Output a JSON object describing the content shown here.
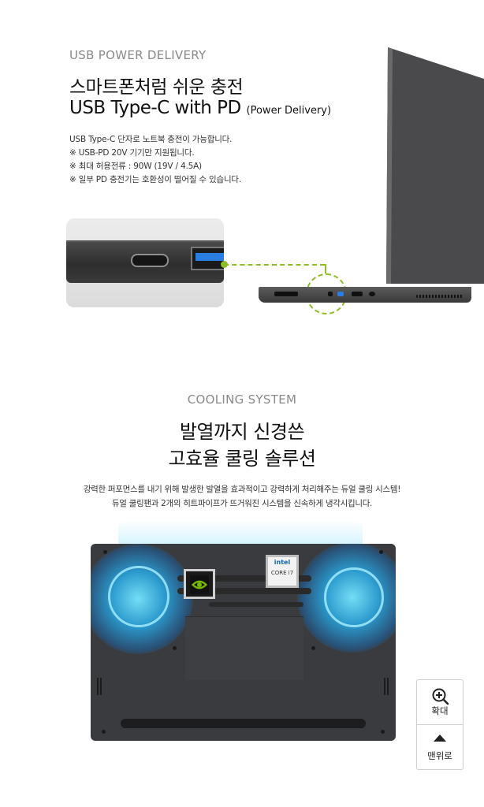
{
  "usb": {
    "kicker": "USB POWER DELIVERY",
    "heading_line1": "스마트폰처럼 쉬운 충전",
    "heading_line2": "USB Type-C with PD",
    "heading_note": "(Power Delivery)",
    "notes": [
      "USB Type-C 단자로 노트북 충전이 가능합니다.",
      "※ USB-PD 20V 기기만 지원됩니다.",
      "※ 최대 허용전류 : 90W (19V / 4.5A)",
      "※ 일부 PD 충전기는 호환성이 떨어질 수 있습니다."
    ]
  },
  "cooling": {
    "kicker": "COOLING SYSTEM",
    "heading_line1": "발열까지 신경쓴",
    "heading_line2": "고효율 쿨링 솔루션",
    "desc_line1": "강력한 퍼포먼스를 내기 위해 발생한 발열을 효과적이고 강력하게 처리해주는 듀얼 쿨링 시스템!",
    "desc_line2": "듀얼 쿨링팬과 2개의 히트파이프가 뜨거워진 시스템을 신속하게 냉각시킵니다.",
    "intel_badge": "CORE i7"
  },
  "floating": {
    "zoom_label": "확대",
    "top_label": "맨위로"
  },
  "colors": {
    "accent_green": "#8cbf26",
    "glow_blue": "#3fb8ee"
  }
}
